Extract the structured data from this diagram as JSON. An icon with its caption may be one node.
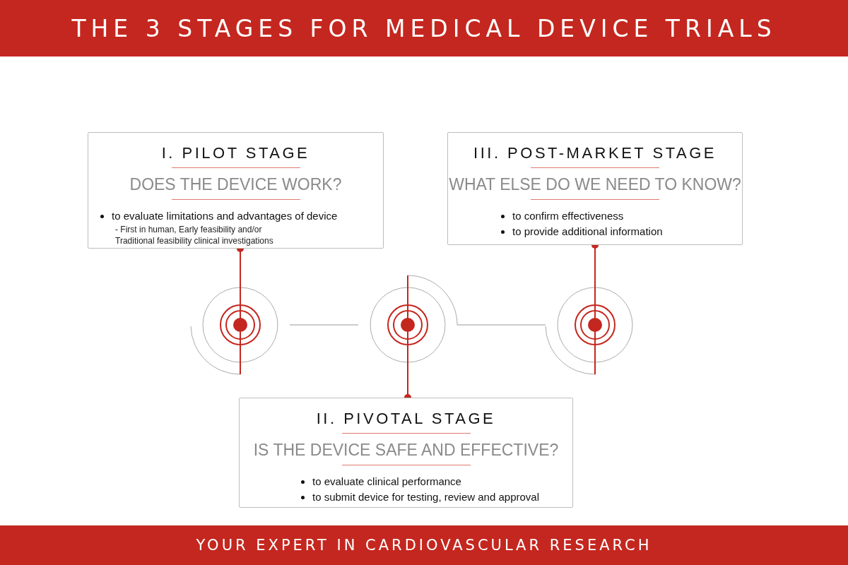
{
  "diagram": {
    "title": "THE 3 STAGES FOR MEDICAL DEVICE TRIALS",
    "caption": "YOUR EXPERT IN CARDIOVASCULAR RESEARCH",
    "nodes": [
      {
        "text": [
          "I. PILOT STAGE",
          "DOES THE DEVICE WORK?",
          "to evaluate limitations and advantages of device",
          "- First in human, Early feasibility and/or Traditional feasibility clinical investigations"
        ]
      },
      {
        "text": [
          "III. POST-MARKET STAGE",
          "WHAT ELSE DO WE NEED TO KNOW?",
          "to confirm effectiveness",
          "to provide additional information"
        ]
      },
      {
        "text": [],
        "shape": "circle"
      },
      {
        "text": [],
        "shape": "circle"
      },
      {
        "text": [],
        "shape": "circle"
      },
      {
        "text": [
          "II. PIVOTAL STAGE",
          "IS THE DEVICE SAFE AND EFFECTIVE?",
          "to evaluate clinical performance",
          "to submit device for testing, review and approval"
        ]
      }
    ],
    "edges": [
      {
        "from": 2,
        "to": 0,
        "arrow": "other"
      },
      {
        "from": 4,
        "to": 1,
        "arrow": "other"
      },
      {
        "from": 3,
        "to": 5,
        "arrow": "other"
      },
      {
        "from": 2,
        "to": 3,
        "arrow": "none",
        "color": "#999999"
      },
      {
        "from": 3,
        "to": 4,
        "arrow": "none",
        "color": "#999999"
      }
    ]
  }
}
